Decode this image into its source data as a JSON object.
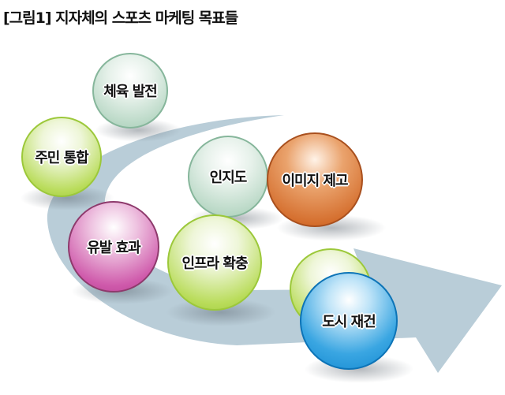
{
  "title": "[그림1] 지자체의 스포츠 마케팅 목표들",
  "arrow_color": "#b9cdd8",
  "spheres": [
    {
      "label": "체육 발전",
      "color": "mint"
    },
    {
      "label": "주민 통합",
      "color": "green"
    },
    {
      "label": "인지도",
      "color": "mint"
    },
    {
      "label": "이미지 제고",
      "color": "orange"
    },
    {
      "label": "유발 효과",
      "color": "magenta"
    },
    {
      "label": "인프라 확충",
      "color": "green"
    },
    {
      "label": "",
      "color": "green"
    },
    {
      "label": "도시 재건",
      "color": "blue"
    }
  ]
}
